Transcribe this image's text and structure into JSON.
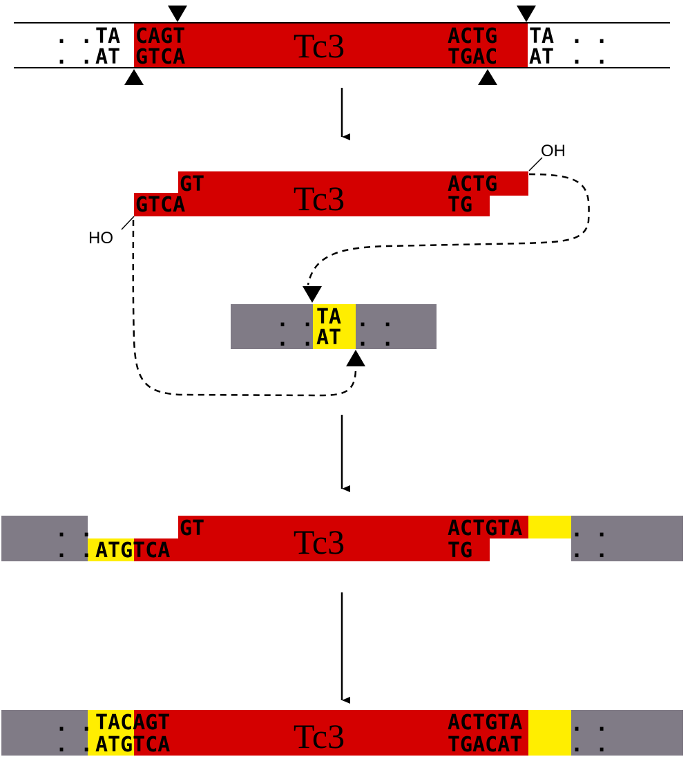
{
  "colors": {
    "transposon": "#d40000",
    "target_dna": "#807b86",
    "target_site": "#ffee00",
    "line": "#000000"
  },
  "transposon_name": "Tc3",
  "dots": ". .",
  "dots_short": ":",
  "stage1": {
    "left_top": "TA",
    "left_bottom": "AT",
    "end5_top": "CAGT",
    "end5_bottom": "GTCA",
    "end3_top": "ACTG",
    "end3_bottom": "TGAC",
    "right_top": "TA",
    "right_bottom": "AT"
  },
  "stage2": {
    "left_top": "GT",
    "left_bottom": "GTCA",
    "right_top": "ACTG",
    "right_bottom": "TG",
    "hydroxyl_right": "OH",
    "hydroxyl_left": "HO",
    "target_top": "TA",
    "target_bottom": "AT"
  },
  "stage3": {
    "left_top": "GT",
    "left_bottom": "ATGTCA",
    "right_top": "ACTGTA",
    "right_bottom": "TG"
  },
  "stage4": {
    "left_top": "TACAGT",
    "left_bottom": "ATGTCA",
    "right_top": "ACTGTA",
    "right_bottom": "TGACAT"
  }
}
